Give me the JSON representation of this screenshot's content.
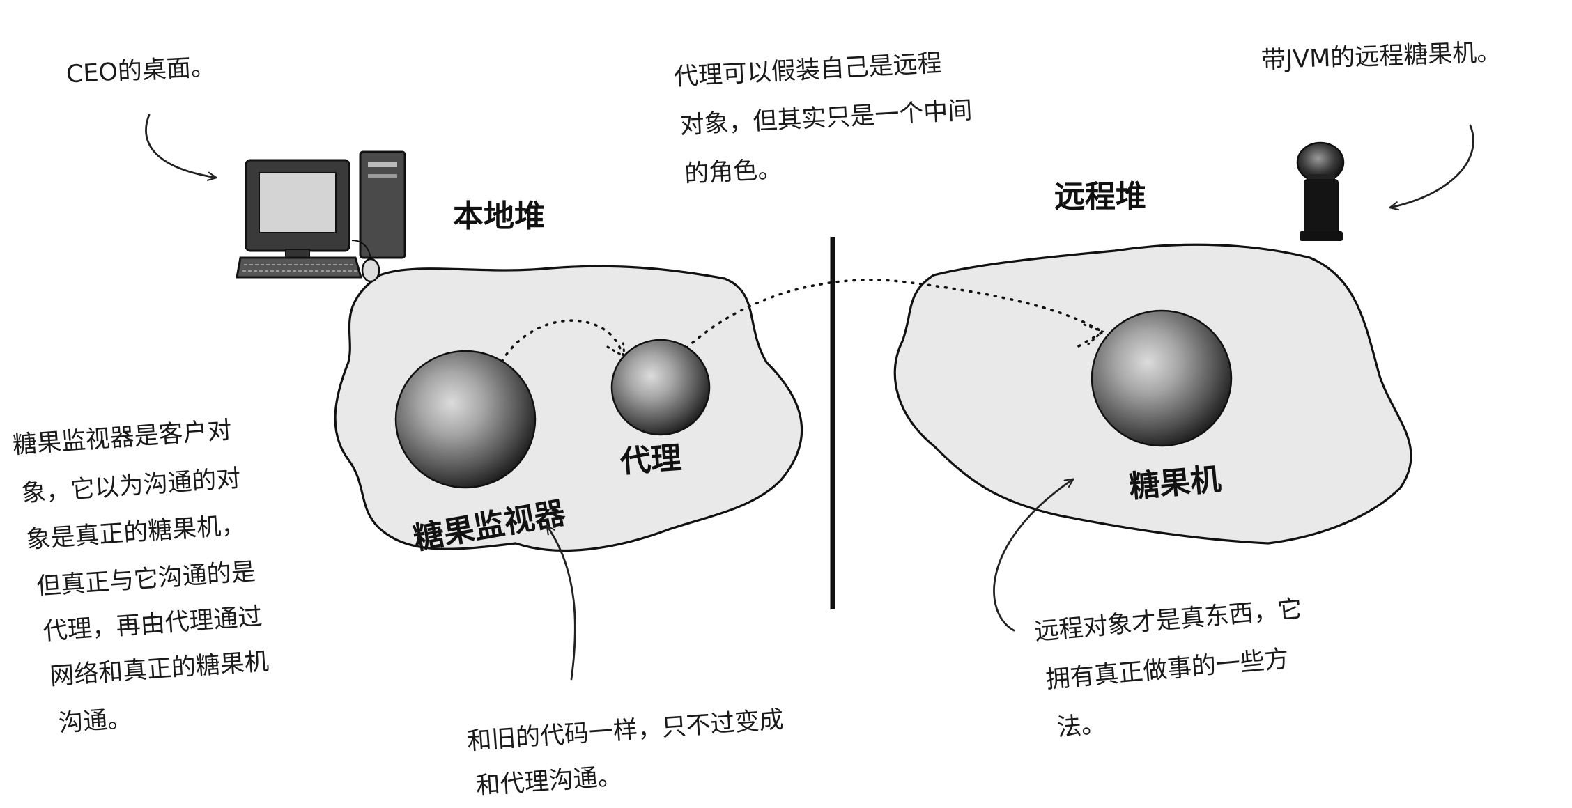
{
  "labels": {
    "local_heap": "本地堆",
    "remote_heap": "远程堆",
    "gumball_monitor": "糖果监视器",
    "proxy": "代理",
    "gumball_machine": "糖果机"
  },
  "annotations": {
    "ceo_desktop": "CEO的桌面。",
    "proxy_note": [
      "代理可以假装自己是远程",
      "对象，但其实只是一个中间",
      "的角色。"
    ],
    "jvm_machine": "带JVM的远程糖果机。",
    "monitor_note": [
      "糖果监视器是客户对",
      "象，它以为沟通的对",
      "象是真正的糖果机，",
      "但真正与它沟通的是",
      "代理，再由代理通过",
      "网络和真正的糖果机",
      "沟通。"
    ],
    "same_code_note": [
      "和旧的代码一样，只不过变成",
      "和代理沟通。"
    ],
    "remote_note": [
      "远程对象才是真东西，它",
      "拥有真正做事的一些方",
      "法。"
    ]
  },
  "icons": {
    "computer": "desktop-computer-icon",
    "gumball": "gumball-machine-icon"
  },
  "colors": {
    "blob_fill": "#e9e9e9",
    "ink": "#111111",
    "sphere_light": "#d8d8d8",
    "sphere_dark": "#2a2a2a"
  }
}
